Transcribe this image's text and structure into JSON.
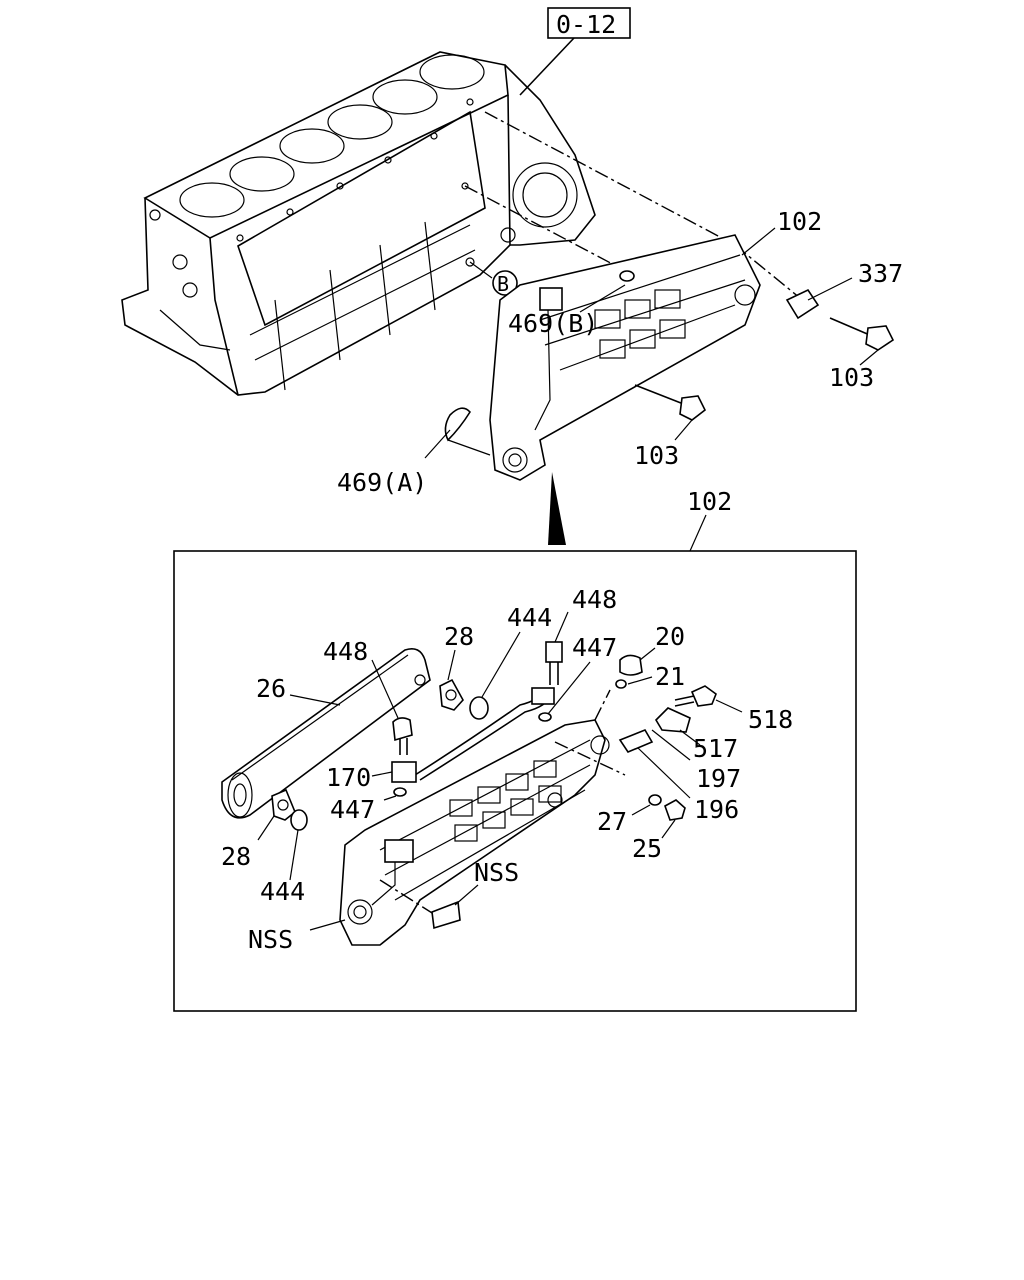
{
  "reference_box": "0-12",
  "labels": {
    "l102_top": "102",
    "l337": "337",
    "l103_right": "103",
    "l469b": "469(B)",
    "l103_mid": "103",
    "l469a": "469(A)",
    "circle_b": "B",
    "l102_detail": "102",
    "l448_top": "448",
    "l444_top": "444",
    "l28_top": "28",
    "l447_top": "447",
    "l20": "20",
    "l21": "21",
    "l448_left": "448",
    "l26": "26",
    "l518": "518",
    "l517": "517",
    "l170": "170",
    "l197": "197",
    "l447_left": "447",
    "l196": "196",
    "l27": "27",
    "l28_left": "28",
    "l25": "25",
    "l444_left": "444",
    "l_nss_right": "NSS",
    "l_nss_left": "NSS"
  }
}
